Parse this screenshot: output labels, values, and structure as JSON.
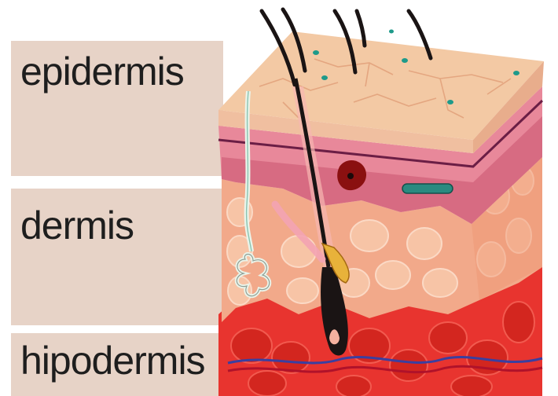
{
  "labels": {
    "epidermis": "epidermis",
    "dermis": "dermis",
    "hypodermis": "hipodermis"
  },
  "colors": {
    "band": "#e7d3c7",
    "epidermis_top": "#f3c9a4",
    "epidermis_side": "#f0bfa0",
    "epidermis_pink": "#e8889a",
    "dermis": "#f2a98a",
    "dermis_side": "#ee9472",
    "hypodermis": "#e8342f",
    "hair": "#1a1414",
    "gland": "#eaf4ea",
    "pore_dot": "#1e9a8a"
  }
}
